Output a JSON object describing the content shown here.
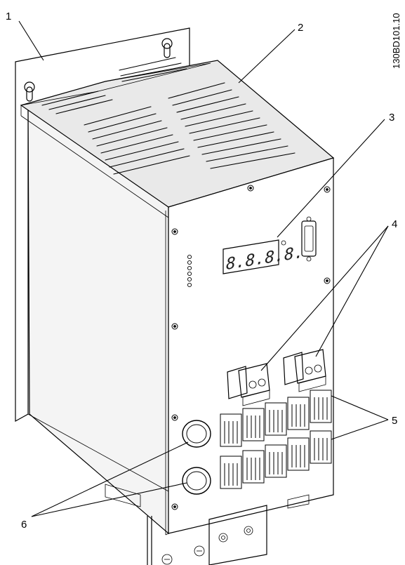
{
  "figure": {
    "doc_id": "130BD101.10",
    "display_digits": "8.8.8.8.",
    "callouts": [
      {
        "id": "1",
        "label": "1"
      },
      {
        "id": "2",
        "label": "2"
      },
      {
        "id": "3",
        "label": "3"
      },
      {
        "id": "4",
        "label": "4"
      },
      {
        "id": "5",
        "label": "5"
      },
      {
        "id": "6",
        "label": "6"
      }
    ]
  },
  "colors": {
    "line": "#000000",
    "top_panel": "#e9e9e9",
    "front_panel": "#ffffff",
    "side_panel": "#f2f2f2",
    "display_segment": "#222222",
    "terminal": "#ffffff"
  }
}
